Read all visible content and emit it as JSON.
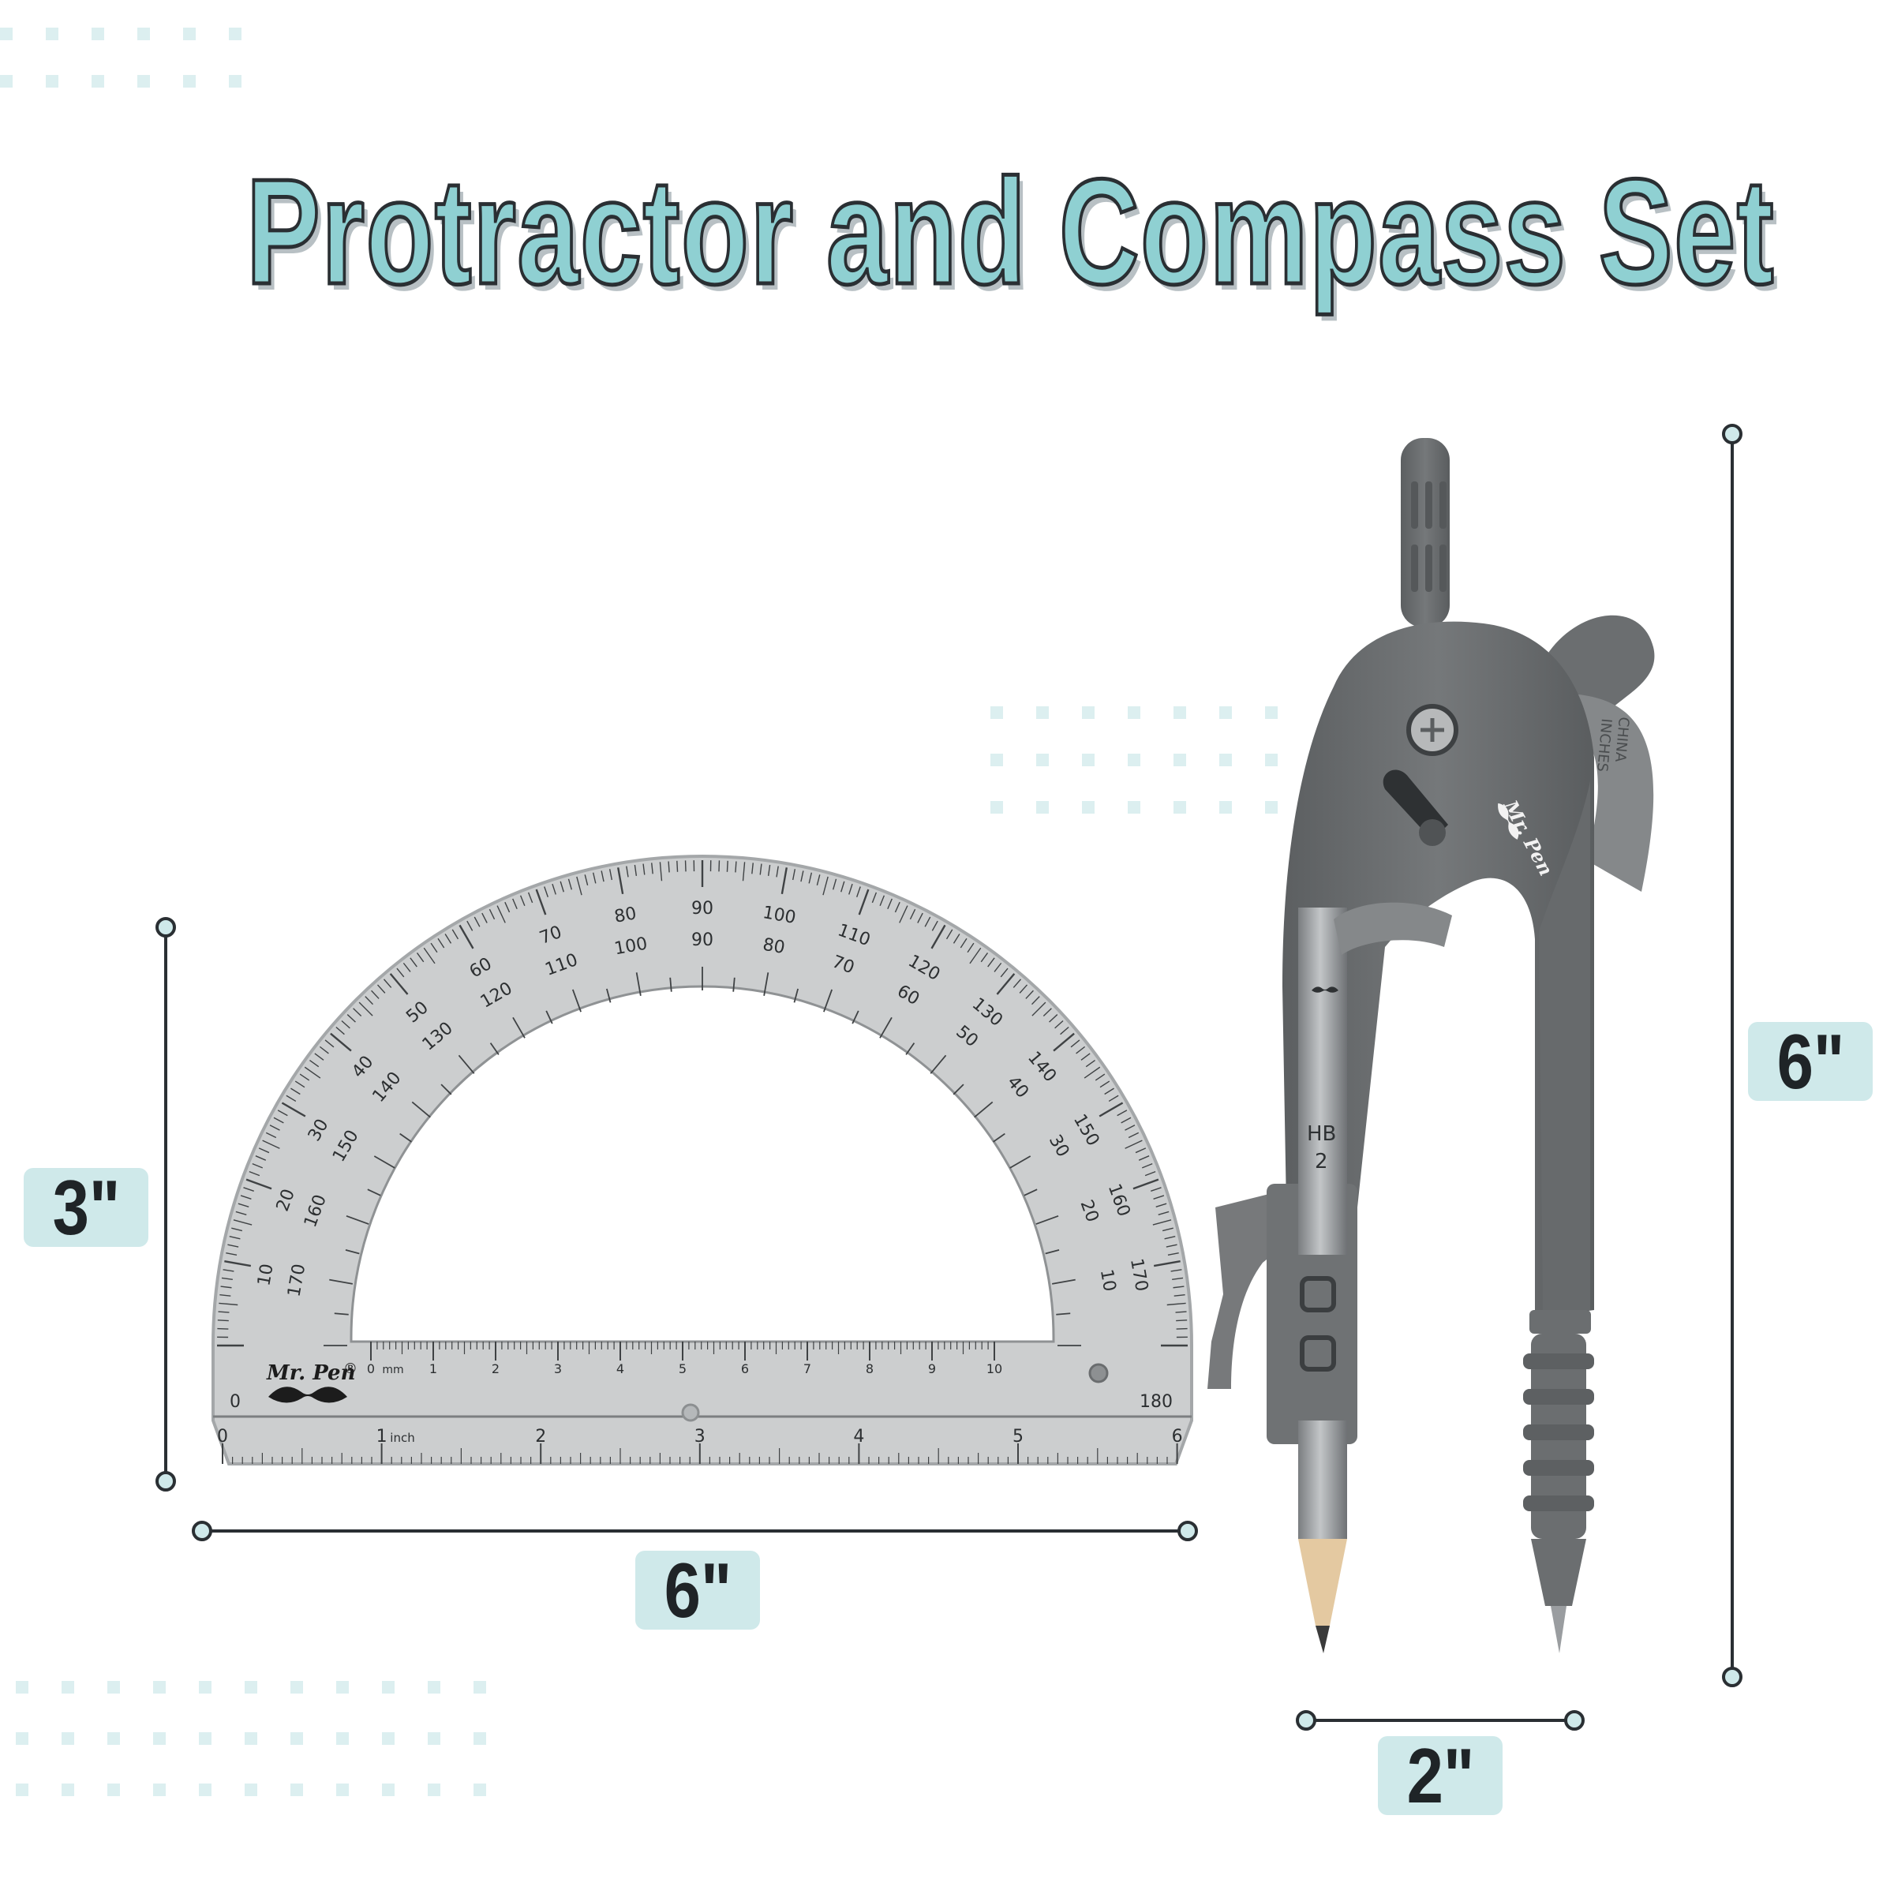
{
  "title": "Protractor and Compass Set",
  "dimensions": {
    "protractor_height": "3\"",
    "protractor_width": "6\"",
    "compass_height": "6\"",
    "compass_width": "2\""
  },
  "protractor": {
    "brand": "Mr. Pen",
    "registered": "®",
    "mm_label": "mm",
    "inch_label": "inch",
    "outer_labels": [
      "10",
      "20",
      "30",
      "40",
      "50",
      "60",
      "70",
      "80",
      "90",
      "100",
      "110",
      "120",
      "130",
      "140",
      "150",
      "160",
      "170"
    ],
    "inner_labels": [
      "170",
      "160",
      "150",
      "140",
      "130",
      "120",
      "110",
      "100",
      "90",
      "80",
      "70",
      "60",
      "50",
      "40",
      "30",
      "20",
      "10"
    ],
    "end_left": "0",
    "end_right": "180",
    "cm_labels": [
      "0",
      "1",
      "2",
      "3",
      "4",
      "5",
      "6",
      "7",
      "8",
      "9",
      "10"
    ],
    "inch_labels": [
      "0",
      "1",
      "2",
      "3",
      "4",
      "5",
      "6"
    ]
  },
  "compass": {
    "brand": "Mr. Pen",
    "pencil_grade": "HB",
    "pencil_number": "2",
    "scale_text_1": "INCHES",
    "scale_text_2": "CHINA"
  },
  "colors": {
    "accent": "#8fd0d2",
    "badge": "#cfe9ea",
    "dim_line": "#2a2f33",
    "compass_body": "#6b6e70",
    "protractor": "#c9cbcc"
  }
}
